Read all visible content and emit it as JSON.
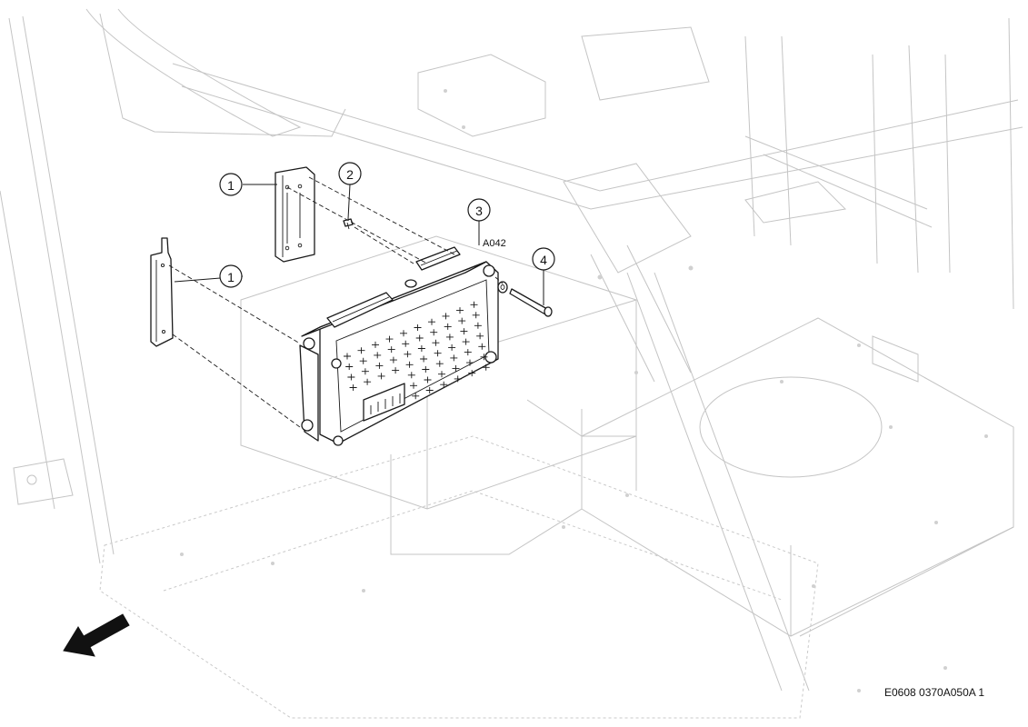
{
  "callouts": {
    "c1a": "1",
    "c1b": "1",
    "c2": "2",
    "c3": "3",
    "c4": "4"
  },
  "component_code": "A042",
  "figure_code": "E0608 0370A050A 1",
  "icons": {
    "direction_arrow": "arrow-down-left-icon"
  }
}
